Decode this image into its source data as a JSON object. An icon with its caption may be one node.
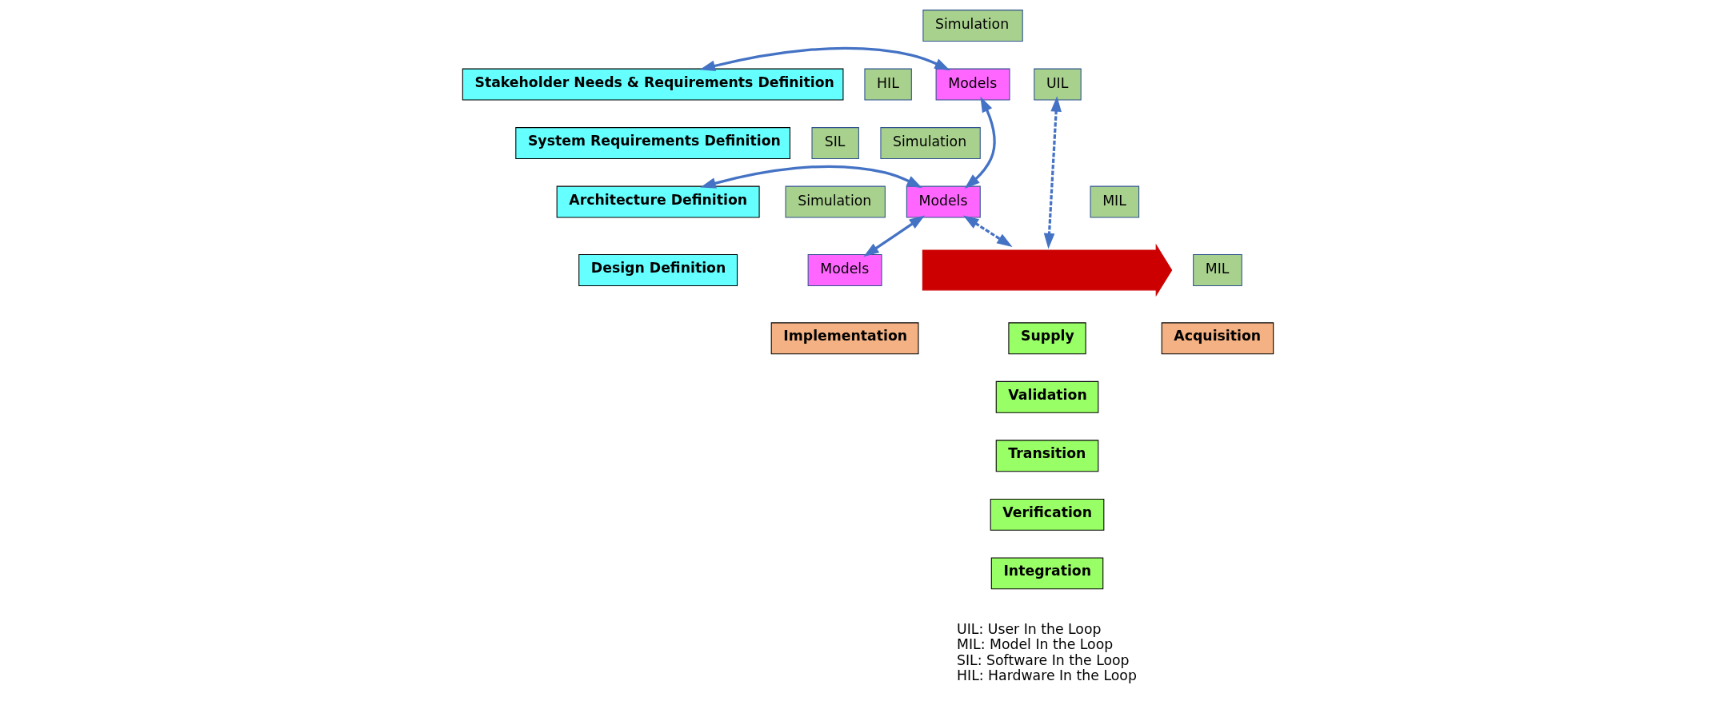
{
  "diagram": {
    "nodes": [
      {
        "text": [
          "Stakeholder Needs & Requirements Definition"
        ]
      },
      {
        "text": [
          "System Requirements Definition"
        ]
      },
      {
        "text": [
          "Architecture Definition"
        ]
      },
      {
        "text": [
          "Design Definition"
        ]
      },
      {
        "text": [
          "Simulation"
        ]
      },
      {
        "text": [
          "Models"
        ]
      },
      {
        "text": [
          "UIL"
        ]
      },
      {
        "text": [
          "Simulation"
        ]
      },
      {
        "text": [
          "Models"
        ]
      },
      {
        "text": [
          "MIL"
        ]
      },
      {
        "text": [
          "Simulation"
        ]
      },
      {
        "text": [
          "Models"
        ]
      },
      {
        "text": [
          "MIL"
        ]
      },
      {
        "text": [
          "SIL"
        ]
      },
      {
        "text": [
          "HIL"
        ]
      },
      {
        "text": [
          "Implementation"
        ]
      },
      {
        "text": [
          "Acquisition"
        ]
      },
      {
        "text": [
          "Integration"
        ]
      },
      {
        "text": [
          "Verification"
        ]
      },
      {
        "text": [
          "Transition"
        ]
      },
      {
        "text": [
          "Validation"
        ]
      },
      {
        "text": [
          "Supply"
        ]
      },
      {
        "text": [],
        "shape": "arrow"
      }
    ],
    "edges": [
      {
        "from": 0,
        "to": 5,
        "arrow": "both"
      },
      {
        "from": 5,
        "to": 8,
        "arrow": "both"
      },
      {
        "from": 2,
        "to": 8,
        "arrow": "both"
      },
      {
        "from": 8,
        "to": 11,
        "arrow": "both"
      },
      {
        "from": 6,
        "to": 22,
        "arrow": "both",
        "style": "dashed"
      },
      {
        "from": 8,
        "to": 22,
        "arrow": "both",
        "style": "dashed"
      }
    ],
    "labels": [
      "UIL: User In the Loop",
      "MIL: Model In the Loop",
      "SIL: Software In the Loop",
      "HIL: Hardware In the Loop"
    ]
  }
}
